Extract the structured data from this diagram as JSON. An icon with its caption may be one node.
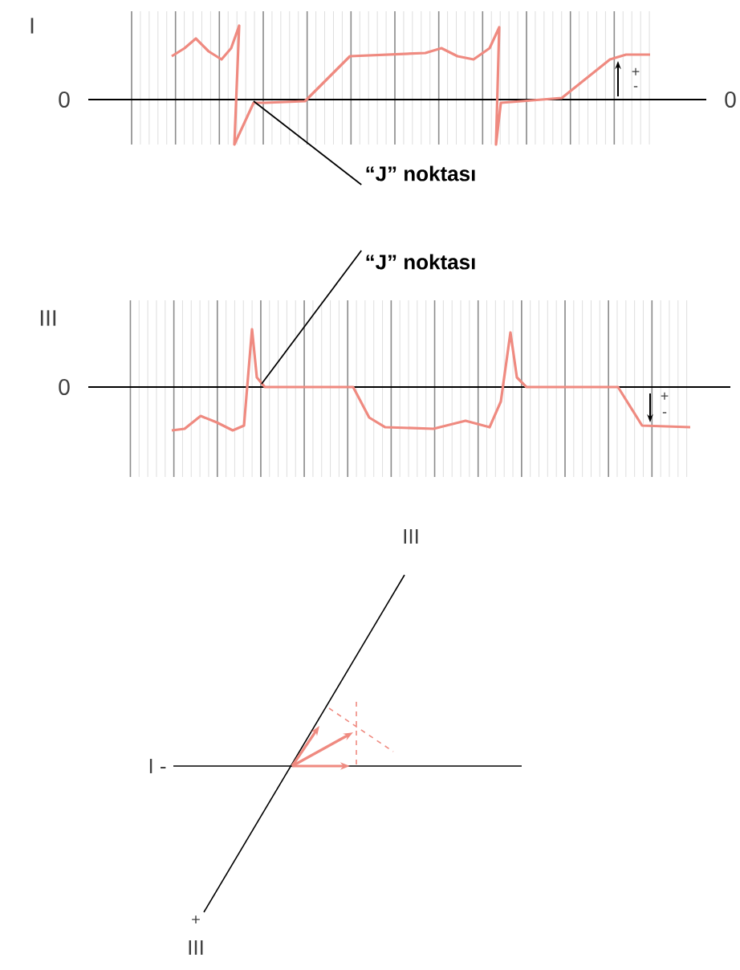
{
  "diagram": {
    "nodes": [
      {
        "text": [
          "“J” noktası"
        ]
      },
      {
        "text": [
          "“J” noktası"
        ]
      }
    ],
    "edges": [
      {
        "from": 0,
        "to": null,
        "arrow": "none"
      },
      {
        "from": 1,
        "to": null,
        "arrow": "none"
      }
    ],
    "labels": [
      "I",
      "0",
      "0",
      "+",
      "-",
      "III",
      "0",
      "+",
      "-",
      "III",
      "I -",
      "+",
      "III"
    ]
  }
}
